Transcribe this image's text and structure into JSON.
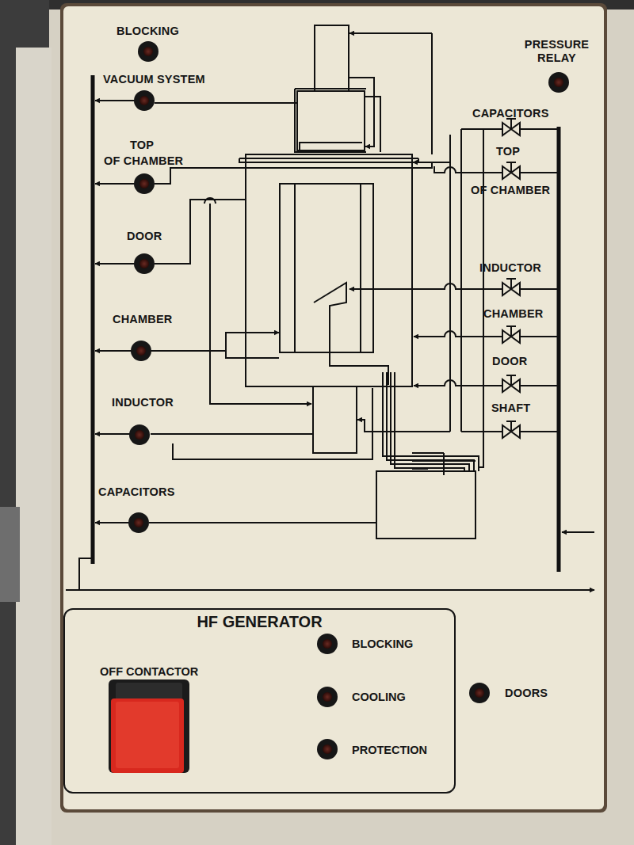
{
  "diagram": {
    "nodes": [
      {
        "text": [
          "HF GENERATOR",
          "OFF CONTACTOR",
          "BLOCKING",
          "COOLING",
          "PROTECTION"
        ]
      }
    ],
    "labels": [
      "BLOCKING",
      "PRESSURE RELAY",
      "VACUUM SYSTEM",
      "CAPACITORS",
      "TOP",
      "OF CHAMBER",
      "TOP",
      "OF CHAMBER",
      "DOOR",
      "INDUCTOR",
      "CHAMBER",
      "CHAMBER",
      "DOOR",
      "INDUCTOR",
      "SHAFT",
      "CAPACITORS",
      "DOORS"
    ]
  }
}
